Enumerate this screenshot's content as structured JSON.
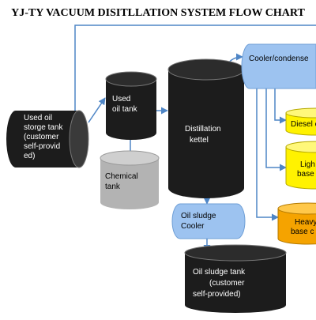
{
  "title": "YJ-TY VACUUM DISITLLATION SYSTEM FLOW CHART",
  "nodes": {
    "used_oil_storage": {
      "lines": [
        "Used    oil",
        "storge tank",
        "(customer",
        "self-provid",
        "ed)"
      ]
    },
    "used_oil_tank": {
      "lines": [
        "Used",
        "oil tank"
      ]
    },
    "chemical_tank": {
      "lines": [
        "Chemical",
        "tank"
      ]
    },
    "distillation_kettel": {
      "lines": [
        "Distillation",
        "kettel"
      ]
    },
    "cooler_condenser": {
      "lines": [
        "Cooler/condense"
      ]
    },
    "diesel": {
      "lines": [
        "Diesel c"
      ]
    },
    "light_base": {
      "lines": [
        "Ligh",
        "base"
      ]
    },
    "heavy_base": {
      "lines": [
        "Heavy",
        "base c"
      ]
    },
    "oil_sludge_cooler": {
      "lines": [
        "Oil sludge",
        "Cooler"
      ]
    },
    "oil_sludge_tank": {
      "lines": [
        "Oil sludge tank",
        "(customer",
        "self-provided)"
      ]
    }
  },
  "colors": {
    "tank_dark": "#1c1c1c",
    "tank_gray": "#b3b3b3",
    "tank_yellow": "#fff200",
    "tank_orange": "#f5a300",
    "cooler_blue": "#9dc3f0",
    "arrow_blue": "#4f86c6"
  }
}
